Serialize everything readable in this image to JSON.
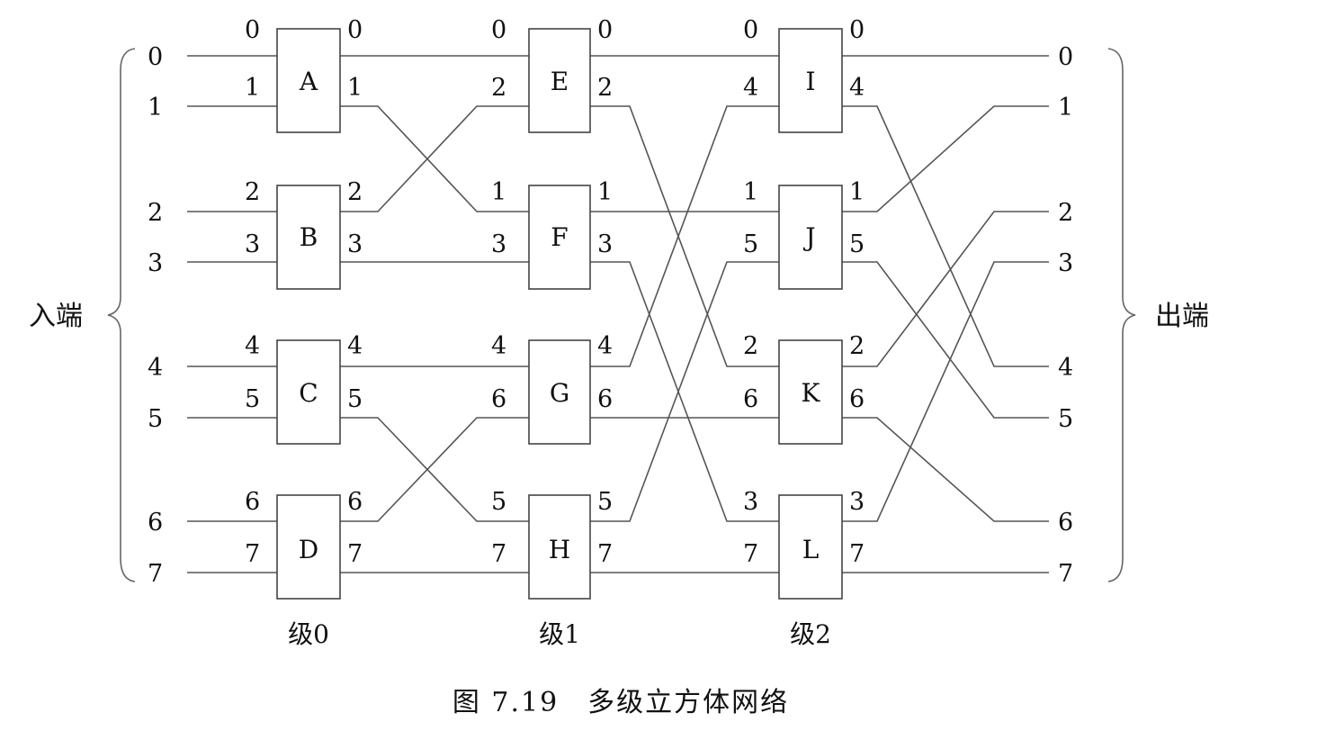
{
  "diagram": {
    "caption": "图 7.19　多级立方体网络",
    "input_label": "入端",
    "output_label": "出端",
    "input_terminals": [
      "0",
      "1",
      "2",
      "3",
      "4",
      "5",
      "6",
      "7"
    ],
    "output_terminals": [
      "0",
      "1",
      "2",
      "3",
      "4",
      "5",
      "6",
      "7"
    ],
    "stages": [
      {
        "label": "级0",
        "switches": [
          {
            "name": "A",
            "ports": [
              "0",
              "1"
            ]
          },
          {
            "name": "B",
            "ports": [
              "2",
              "3"
            ]
          },
          {
            "name": "C",
            "ports": [
              "4",
              "5"
            ]
          },
          {
            "name": "D",
            "ports": [
              "6",
              "7"
            ]
          }
        ]
      },
      {
        "label": "级1",
        "switches": [
          {
            "name": "E",
            "ports": [
              "0",
              "2"
            ]
          },
          {
            "name": "F",
            "ports": [
              "1",
              "3"
            ]
          },
          {
            "name": "G",
            "ports": [
              "4",
              "6"
            ]
          },
          {
            "name": "H",
            "ports": [
              "5",
              "7"
            ]
          }
        ]
      },
      {
        "label": "级2",
        "switches": [
          {
            "name": "I",
            "ports": [
              "0",
              "4"
            ]
          },
          {
            "name": "J",
            "ports": [
              "1",
              "5"
            ]
          },
          {
            "name": "K",
            "ports": [
              "2",
              "6"
            ]
          },
          {
            "name": "L",
            "ports": [
              "3",
              "7"
            ]
          }
        ]
      }
    ]
  }
}
